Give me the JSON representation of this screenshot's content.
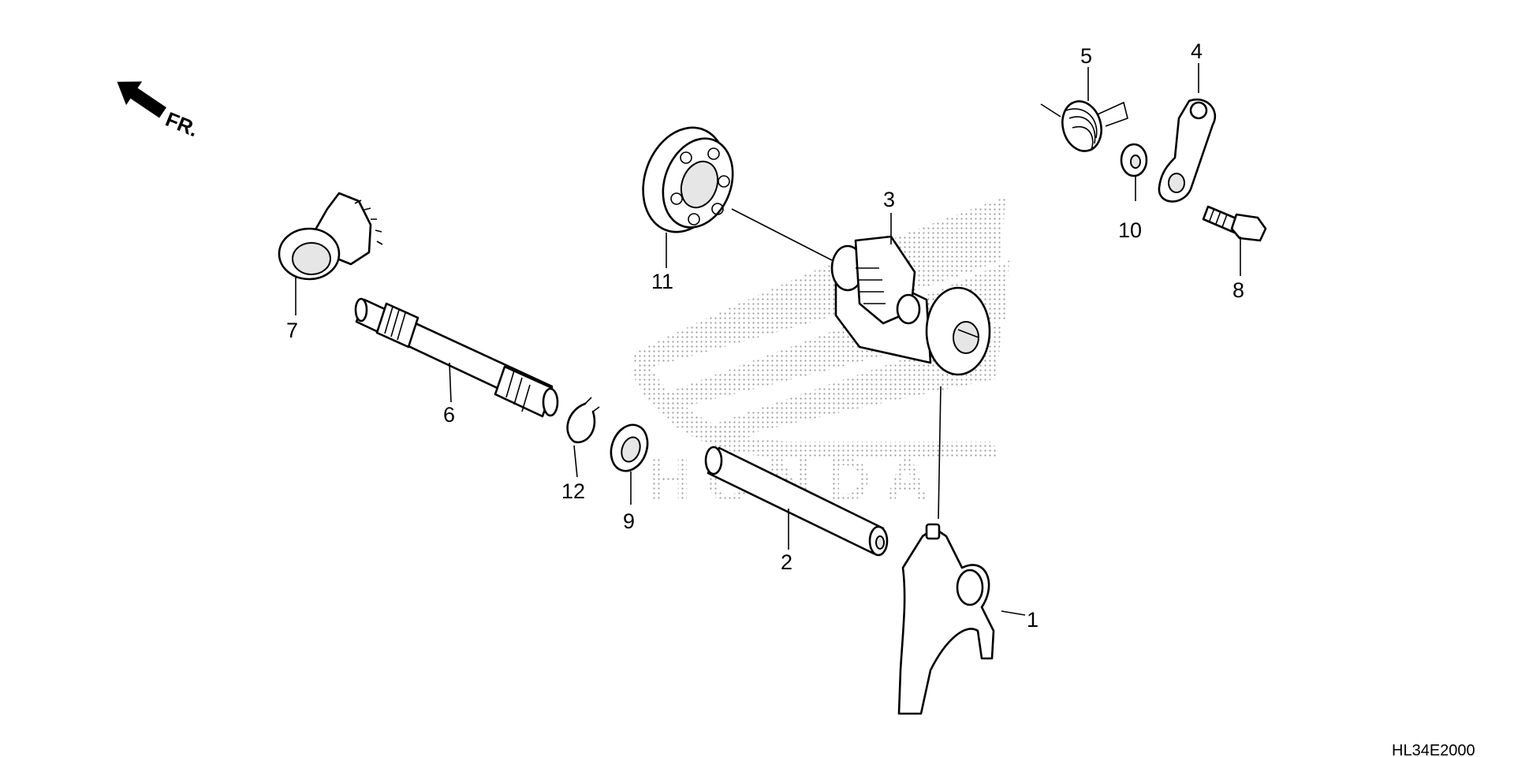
{
  "diagram": {
    "direction_label": "FR.",
    "diagram_code": "HL34E2000",
    "watermark_text": "HONDA",
    "callouts": [
      {
        "id": "1",
        "label": "1"
      },
      {
        "id": "2",
        "label": "2"
      },
      {
        "id": "3",
        "label": "3"
      },
      {
        "id": "4",
        "label": "4"
      },
      {
        "id": "5",
        "label": "5"
      },
      {
        "id": "6",
        "label": "6"
      },
      {
        "id": "7",
        "label": "7"
      },
      {
        "id": "8",
        "label": "8"
      },
      {
        "id": "9",
        "label": "9"
      },
      {
        "id": "10",
        "label": "10"
      },
      {
        "id": "11",
        "label": "11"
      },
      {
        "id": "12",
        "label": "12"
      }
    ]
  }
}
